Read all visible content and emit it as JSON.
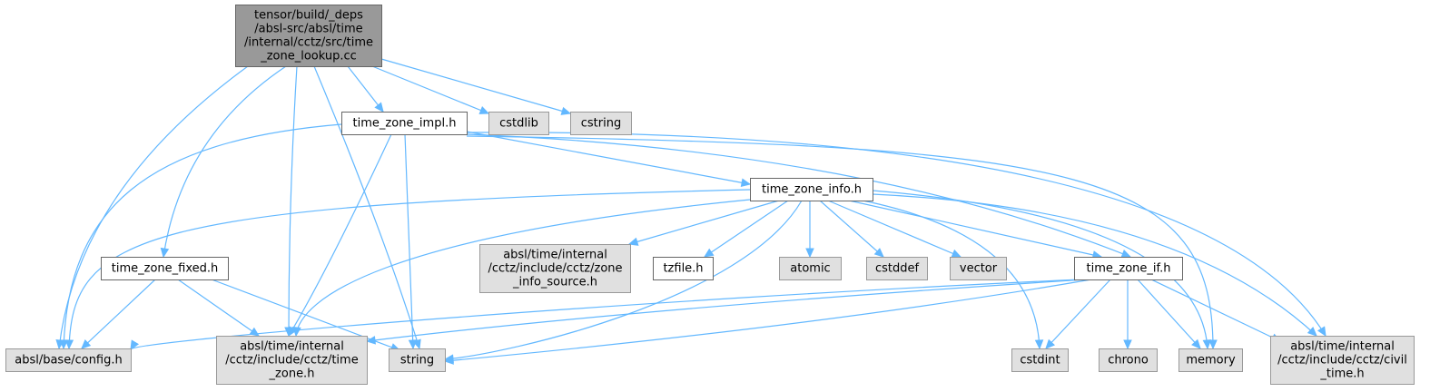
{
  "diagram": {
    "colors": {
      "edge": "#63b8ff",
      "root_fill": "#999999",
      "root_stroke": "#666666",
      "documented_fill": "#ffffff",
      "documented_stroke": "#666666",
      "system_fill": "#e0e0e0",
      "system_stroke": "#999999"
    },
    "nodes": [
      {
        "id": "root",
        "kind": "root",
        "lines": [
          "tensor/build/_deps",
          "/absl-src/absl/time",
          "/internal/cctz/src/time",
          "_zone_lookup.cc"
        ]
      },
      {
        "id": "impl",
        "kind": "documented",
        "lines": [
          "time_zone_impl.h"
        ]
      },
      {
        "id": "cstdlib",
        "kind": "system",
        "lines": [
          "cstdlib"
        ]
      },
      {
        "id": "cstring",
        "kind": "system",
        "lines": [
          "cstring"
        ]
      },
      {
        "id": "info",
        "kind": "documented",
        "lines": [
          "time_zone_info.h"
        ]
      },
      {
        "id": "fixed",
        "kind": "documented",
        "lines": [
          "time_zone_fixed.h"
        ]
      },
      {
        "id": "zis",
        "kind": "system",
        "lines": [
          "absl/time/internal",
          "/cctz/include/cctz/zone",
          "_info_source.h"
        ]
      },
      {
        "id": "tzfile",
        "kind": "documented",
        "lines": [
          "tzfile.h"
        ]
      },
      {
        "id": "atomic",
        "kind": "system",
        "lines": [
          "atomic"
        ]
      },
      {
        "id": "cstddef",
        "kind": "system",
        "lines": [
          "cstddef"
        ]
      },
      {
        "id": "vector",
        "kind": "system",
        "lines": [
          "vector"
        ]
      },
      {
        "id": "ifh",
        "kind": "documented",
        "lines": [
          "time_zone_if.h"
        ]
      },
      {
        "id": "config",
        "kind": "system",
        "lines": [
          "absl/base/config.h"
        ]
      },
      {
        "id": "tzh",
        "kind": "system",
        "lines": [
          "absl/time/internal",
          "/cctz/include/cctz/time",
          "_zone.h"
        ]
      },
      {
        "id": "string",
        "kind": "system",
        "lines": [
          "string"
        ]
      },
      {
        "id": "cstdint",
        "kind": "system",
        "lines": [
          "cstdint"
        ]
      },
      {
        "id": "chrono",
        "kind": "system",
        "lines": [
          "chrono"
        ]
      },
      {
        "id": "memory",
        "kind": "system",
        "lines": [
          "memory"
        ]
      },
      {
        "id": "civil",
        "kind": "system",
        "lines": [
          "absl/time/internal",
          "/cctz/include/cctz/civil",
          "_time.h"
        ]
      }
    ],
    "edges": [
      {
        "from": "root",
        "to": "config"
      },
      {
        "from": "root",
        "to": "fixed"
      },
      {
        "from": "root",
        "to": "tzh"
      },
      {
        "from": "root",
        "to": "string"
      },
      {
        "from": "root",
        "to": "impl"
      },
      {
        "from": "root",
        "to": "cstdlib"
      },
      {
        "from": "root",
        "to": "cstring"
      },
      {
        "from": "impl",
        "to": "config"
      },
      {
        "from": "impl",
        "to": "tzh"
      },
      {
        "from": "impl",
        "to": "string"
      },
      {
        "from": "impl",
        "to": "info"
      },
      {
        "from": "impl",
        "to": "ifh"
      },
      {
        "from": "impl",
        "to": "memory"
      },
      {
        "from": "impl",
        "to": "civil"
      },
      {
        "from": "info",
        "to": "config"
      },
      {
        "from": "info",
        "to": "tzh"
      },
      {
        "from": "info",
        "to": "string"
      },
      {
        "from": "info",
        "to": "zis"
      },
      {
        "from": "info",
        "to": "tzfile"
      },
      {
        "from": "info",
        "to": "atomic"
      },
      {
        "from": "info",
        "to": "cstddef"
      },
      {
        "from": "info",
        "to": "vector"
      },
      {
        "from": "info",
        "to": "ifh"
      },
      {
        "from": "info",
        "to": "cstdint"
      },
      {
        "from": "info",
        "to": "memory"
      },
      {
        "from": "info",
        "to": "civil"
      },
      {
        "from": "fixed",
        "to": "config"
      },
      {
        "from": "fixed",
        "to": "tzh"
      },
      {
        "from": "fixed",
        "to": "string"
      },
      {
        "from": "ifh",
        "to": "config"
      },
      {
        "from": "ifh",
        "to": "tzh"
      },
      {
        "from": "ifh",
        "to": "string"
      },
      {
        "from": "ifh",
        "to": "cstdint"
      },
      {
        "from": "ifh",
        "to": "chrono"
      },
      {
        "from": "ifh",
        "to": "memory"
      },
      {
        "from": "ifh",
        "to": "civil"
      }
    ]
  }
}
